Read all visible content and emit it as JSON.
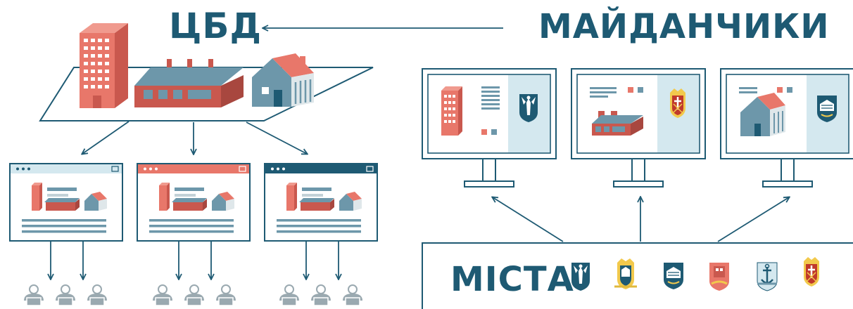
{
  "labels": {
    "cbd": "ЦБД",
    "platforms": "МАЙДАНЧИКИ",
    "cities": "МІСТА"
  },
  "colors": {
    "teal": "#1e5a73",
    "salmon": "#e8776a",
    "salmon_dark": "#c9584e",
    "blue_gray": "#6d97aa",
    "light_blue": "#d4e8ef",
    "pale_gray": "#dfe7ea",
    "user_gray": "#9aa9b0"
  },
  "icons": {
    "platform_emblems": [
      "kyiv-coat-of-arms-icon",
      "vinnytsia-coat-of-arms-icon",
      "ternopil-coat-of-arms-icon"
    ],
    "city_emblems": [
      "kyiv-coat-of-arms-icon",
      "ternopil-coat-of-arms-icon",
      "ternopil-city-coat-of-arms-icon",
      "city-coat-of-arms-icon",
      "mykolaiv-coat-of-arms-icon",
      "vinnytsia-coat-of-arms-icon"
    ]
  }
}
